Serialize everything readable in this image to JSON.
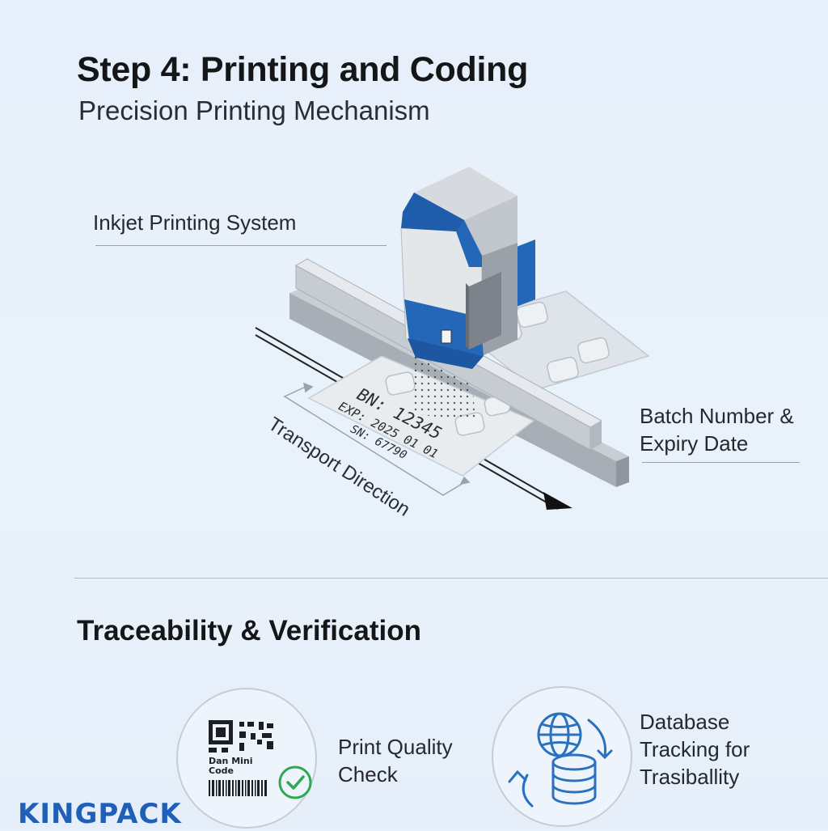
{
  "title": "Step 4: Printing and Coding",
  "subtitle": "Precision Printing Mechanism",
  "callouts": {
    "inkjet": "Inkjet Printing System",
    "batch_line1": "Batch Number &",
    "batch_line2": "Expiry Date",
    "transport": "Transport Direction"
  },
  "printed_code": {
    "bn": "BN: 12345",
    "exp": "EXP: 2025 01 01",
    "sn": "SN: 67790"
  },
  "section": {
    "title": "Traceability & Verification",
    "quality_line1": "Print Quality",
    "quality_line2": "Check",
    "db_line1": "Database",
    "db_line2": "Tracking for",
    "db_line3": "Trasiballity",
    "qr_label_line1": "Dan Mini",
    "qr_label_line2": "Code"
  },
  "brand": "KINGPACK",
  "colors": {
    "accent_blue": "#2466b8",
    "check_green": "#2fa84f",
    "db_blue": "#2a72c0"
  },
  "icons": [
    "inkjet-printer-icon",
    "qr-code-icon",
    "barcode-icon",
    "check-icon",
    "globe-icon",
    "database-icon",
    "sync-arrows-icon"
  ]
}
